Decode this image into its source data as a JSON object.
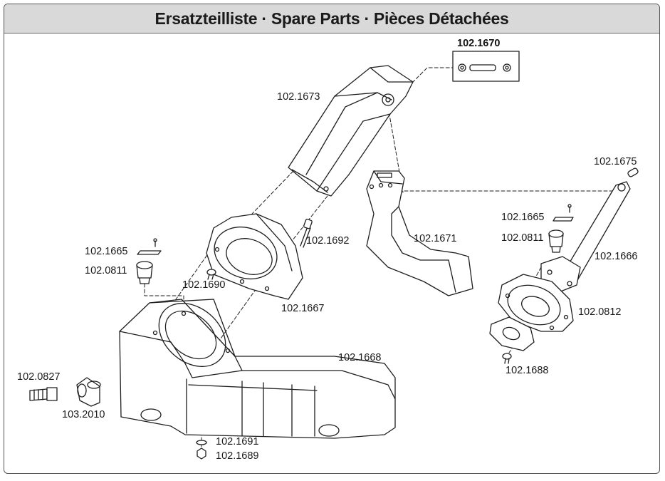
{
  "title": "Ersatzteilliste · Spare Parts · Pièces Détachées",
  "parts": {
    "p1670": "102.1670",
    "p1673": "102.1673",
    "p1675": "102.1675",
    "p1665a": "102.1665",
    "p0811a": "102.0811",
    "p1692": "102.1692",
    "p1671": "102.1671",
    "p1665b": "102.1665",
    "p0811b": "102.0811",
    "p1666": "102.1666",
    "p1690": "102.1690",
    "p1667": "102.1667",
    "p0812": "102.0812",
    "p1688": "102.1688",
    "p1668": "102.1668",
    "p0827": "102.0827",
    "p2010": "103.2010",
    "p1691": "102.1691",
    "p1689": "102.1689"
  }
}
